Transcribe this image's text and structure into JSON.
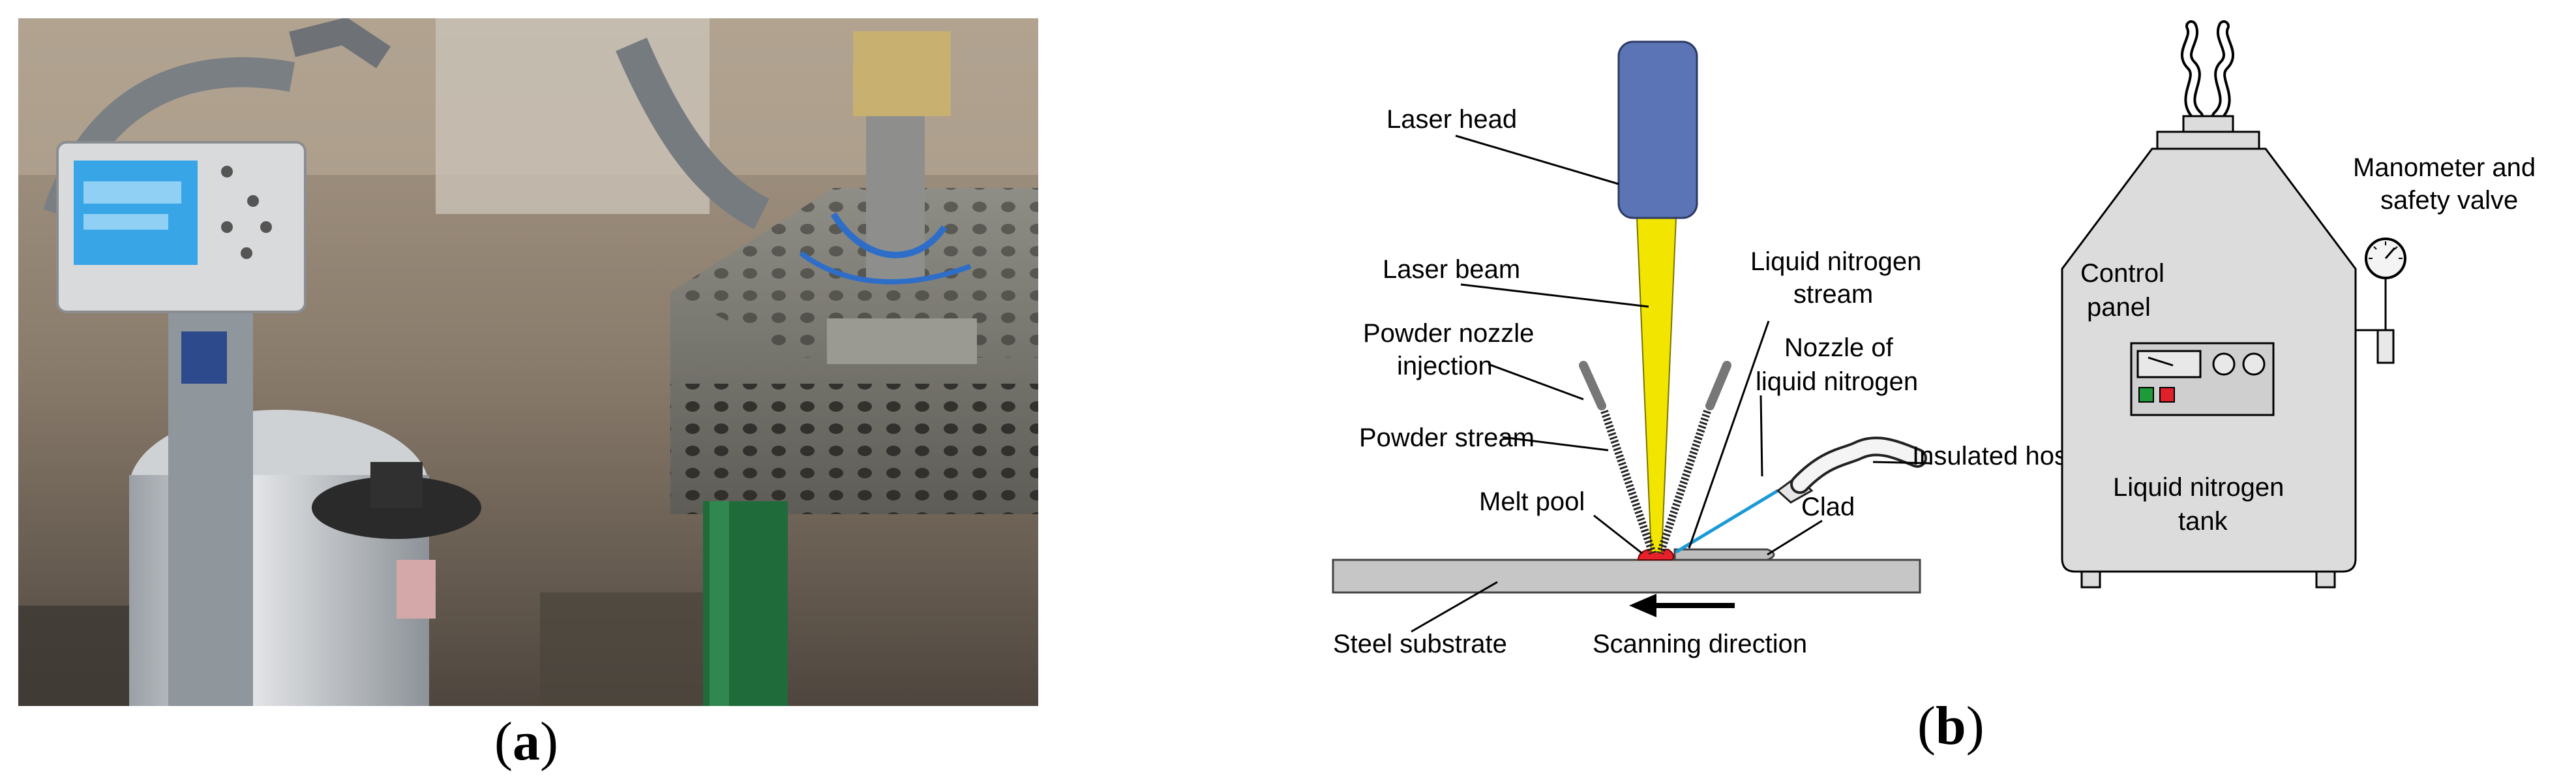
{
  "figure": {
    "caption_a": {
      "open": "(",
      "letter": "a",
      "close": ")"
    },
    "caption_b": {
      "open": "(",
      "letter": "b",
      "close": ")"
    }
  },
  "diagram": {
    "labels": {
      "laser_head": "Laser head",
      "laser_beam": "Laser beam",
      "powder_nozzle_1": "Powder nozzle",
      "powder_nozzle_2": "injection",
      "powder_stream": "Powder stream",
      "melt_pool": "Melt pool",
      "liquid_nitrogen_stream_1": "Liquid nitrogen",
      "liquid_nitrogen_stream_2": "stream",
      "nozzle_ln_1": "Nozzle of",
      "nozzle_ln_2": "liquid nitrogen",
      "insulated_hose": "Insulated hose",
      "clad": "Clad",
      "steel_substrate": "Steel substrate",
      "scanning_direction": "Scanning direction",
      "control_panel_1": "Control",
      "control_panel_2": "panel",
      "manometer_1": "Manometer and",
      "manometer_2": "safety valve",
      "tank_1": "Liquid nitrogen",
      "tank_2": "tank"
    },
    "colors": {
      "laser_head": "#5b74b5",
      "laser_beam": "#f2e600",
      "melt_pool": "#e8202a",
      "nitrogen_stream": "#1a9ad6",
      "substrate": "#c6c6c6",
      "tank_body": "#dcdcdc",
      "button_green": "#1f9a3a",
      "button_red": "#e0202a"
    }
  }
}
